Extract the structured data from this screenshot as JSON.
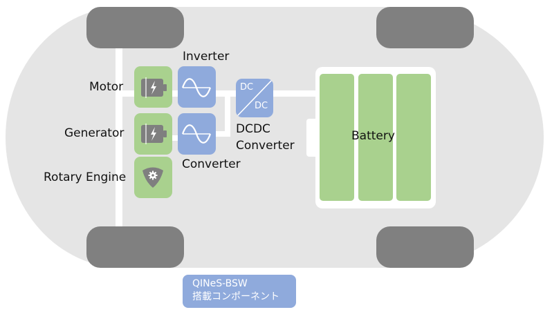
{
  "diagram": {
    "components": {
      "motor": {
        "label": "Motor",
        "icon": "battery-bolt-icon"
      },
      "generator": {
        "label": "Generator",
        "icon": "battery-bolt-icon"
      },
      "rotary_engine": {
        "label": "Rotary Engine",
        "icon": "gear-shield-icon"
      },
      "inverter": {
        "label": "Inverter",
        "icon": "sine-wave-icon"
      },
      "converter": {
        "label": "Converter",
        "icon": "sine-wave-icon"
      },
      "dcdc": {
        "label_line1": "DCDC",
        "label_line2": "Converter",
        "top_text": "DC",
        "bottom_text": "DC"
      },
      "battery": {
        "label": "Battery",
        "cells": 3
      }
    },
    "legend": {
      "line1": "QINeS-BSW",
      "line2": "搭載コンポーネント",
      "color": "#8faadc"
    },
    "colors": {
      "car_body": "#e5e5e5",
      "wheel": "#808080",
      "component_green": "#a9d18e",
      "component_blue": "#8faadc",
      "wire": "#ffffff"
    }
  }
}
